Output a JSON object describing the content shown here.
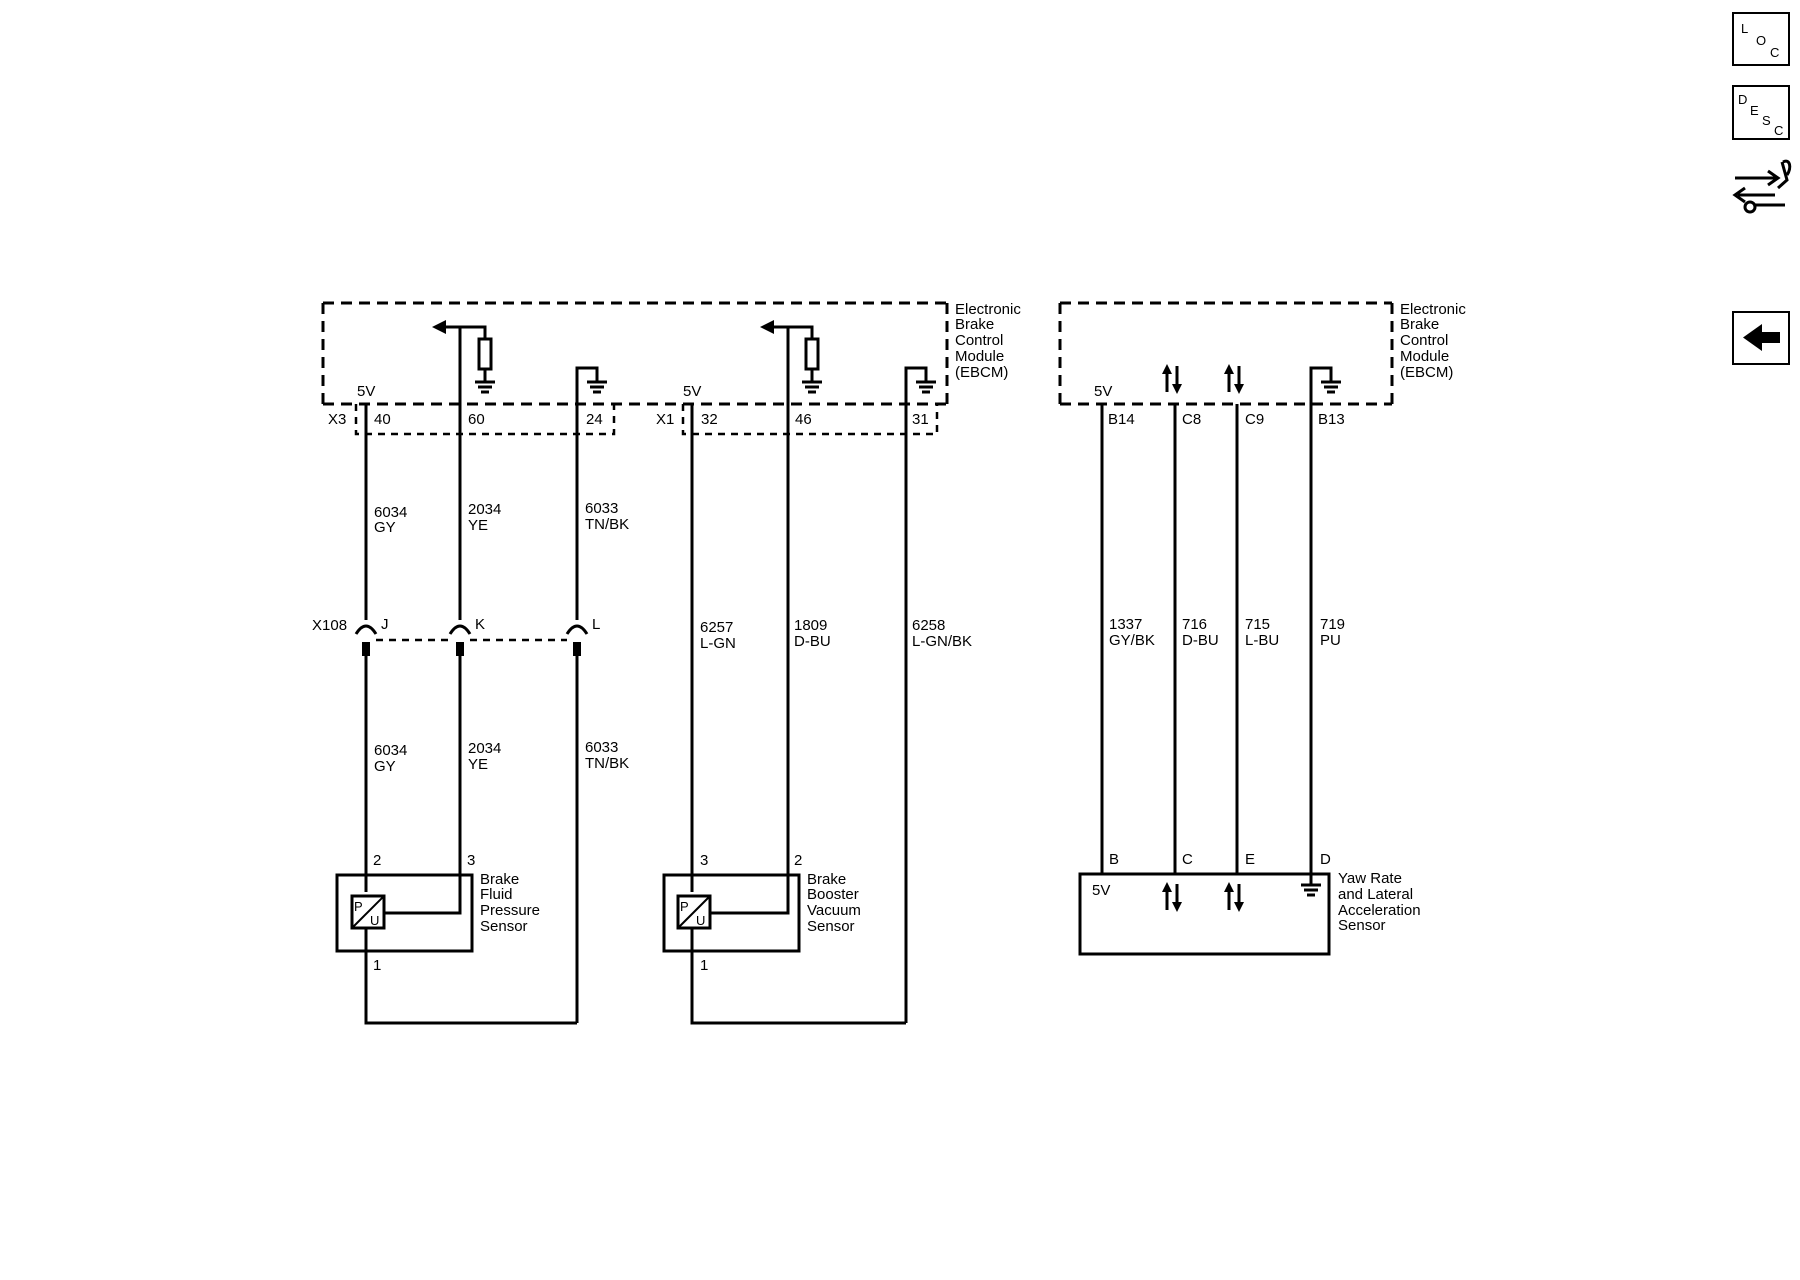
{
  "nav": {
    "loc_icon": "location-icon",
    "desc_icon": "description-icon",
    "diag_icon": "diagnostic-icon",
    "back_icon": "back-arrow-icon",
    "loc_letters": [
      "L",
      "O",
      "C"
    ],
    "desc_letters": [
      "D",
      "E",
      "S",
      "C"
    ]
  },
  "module_left": {
    "title_lines": [
      "Electronic",
      "Brake",
      "Control",
      "Module",
      "(EBCM)"
    ],
    "v5_a": "5V",
    "v5_b": "5V",
    "connector_x3": "X3",
    "connector_x1": "X1",
    "pins": [
      "40",
      "60",
      "24",
      "32",
      "46",
      "31"
    ]
  },
  "module_right": {
    "title_lines": [
      "Electronic",
      "Brake",
      "Control",
      "Module",
      "(EBCM)"
    ],
    "v5": "5V",
    "pins": [
      "B14",
      "C8",
      "C9",
      "B13"
    ]
  },
  "wires_upper": [
    {
      "circuit": "6034",
      "color": "GY"
    },
    {
      "circuit": "2034",
      "color": "YE"
    },
    {
      "circuit": "6033",
      "color": "TN/BK"
    }
  ],
  "wires_lower": [
    {
      "circuit": "6034",
      "color": "GY"
    },
    {
      "circuit": "2034",
      "color": "YE"
    },
    {
      "circuit": "6033",
      "color": "TN/BK"
    }
  ],
  "wires_booster": [
    {
      "circuit": "6257",
      "color": "L-GN"
    },
    {
      "circuit": "1809",
      "color": "D-BU"
    },
    {
      "circuit": "6258",
      "color": "L-GN/BK"
    }
  ],
  "wires_yaw": [
    {
      "circuit": "1337",
      "color": "GY/BK"
    },
    {
      "circuit": "716",
      "color": "D-BU"
    },
    {
      "circuit": "715",
      "color": "L-BU"
    },
    {
      "circuit": "719",
      "color": "PU"
    }
  ],
  "inline_connector": {
    "name": "X108",
    "cavities": [
      "J",
      "K",
      "L"
    ]
  },
  "sensor_fluid": {
    "lines": [
      "Brake",
      "Fluid",
      "Pressure",
      "Sensor"
    ],
    "pin_a": "2",
    "pin_b": "3",
    "pin_c": "1",
    "symbol_p": "P",
    "symbol_u": "U"
  },
  "sensor_booster": {
    "lines": [
      "Brake",
      "Booster",
      "Vacuum",
      "Sensor"
    ],
    "pin_a": "3",
    "pin_b": "2",
    "pin_c": "1",
    "symbol_p": "P",
    "symbol_u": "U"
  },
  "sensor_yaw": {
    "lines": [
      "Yaw Rate",
      "and Lateral",
      "Acceleration",
      "Sensor"
    ],
    "v5": "5V",
    "pins": [
      "B",
      "C",
      "E",
      "D"
    ]
  }
}
